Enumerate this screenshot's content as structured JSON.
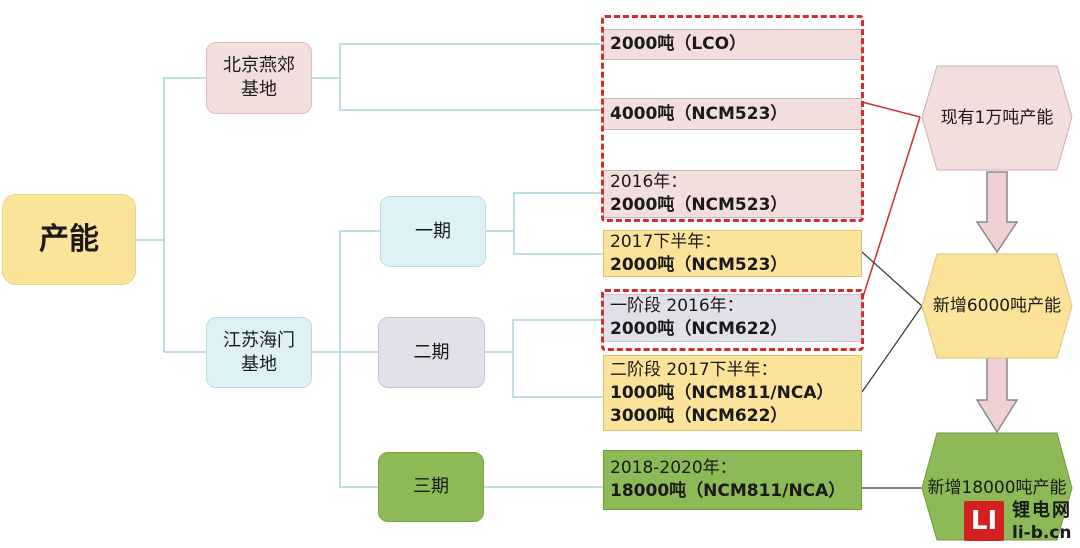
{
  "root": {
    "label": "产能"
  },
  "sites": {
    "beijing": {
      "line1": "北京燕郊",
      "line2": "基地"
    },
    "jiangsu": {
      "line1": "江苏海门",
      "line2": "基地"
    }
  },
  "phases": {
    "phase1": "一期",
    "phase2": "二期",
    "phase3": "三期"
  },
  "leaves": {
    "lco": "2000吨（LCO）",
    "ncm523_bj": "4000吨（NCM523）",
    "p1a": {
      "line1": "2016年：",
      "line2": "2000吨（NCM523）"
    },
    "p1b": {
      "line1": "2017下半年：",
      "line2": "2000吨（NCM523）"
    },
    "p2a": {
      "line1": "一阶段 2016年：",
      "line2": "2000吨（NCM622）"
    },
    "p2b": {
      "line1": "二阶段 2017下半年：",
      "line2": "1000吨（NCM811/NCA）",
      "line3": "3000吨（NCM622）"
    },
    "p3": {
      "line1": "2018-2020年：",
      "line2": "18000吨（NCM811/NCA）"
    }
  },
  "capacities": {
    "existing": "现有1万吨产能",
    "new6000": "新增6000吨产能",
    "new18000": "新增18000吨产能"
  },
  "watermark": {
    "mark": "LI",
    "name": "锂电网",
    "url": "li-b.cn"
  },
  "colors": {
    "root_fill": "#fbe49a",
    "pink_fill": "#f3dede",
    "blue_fill": "#def1f6",
    "lavender_fill": "#e4e0ea",
    "green_fill": "#8dba56",
    "dashed_outline": "#d42c2c",
    "connector": "#a9d6dc"
  }
}
